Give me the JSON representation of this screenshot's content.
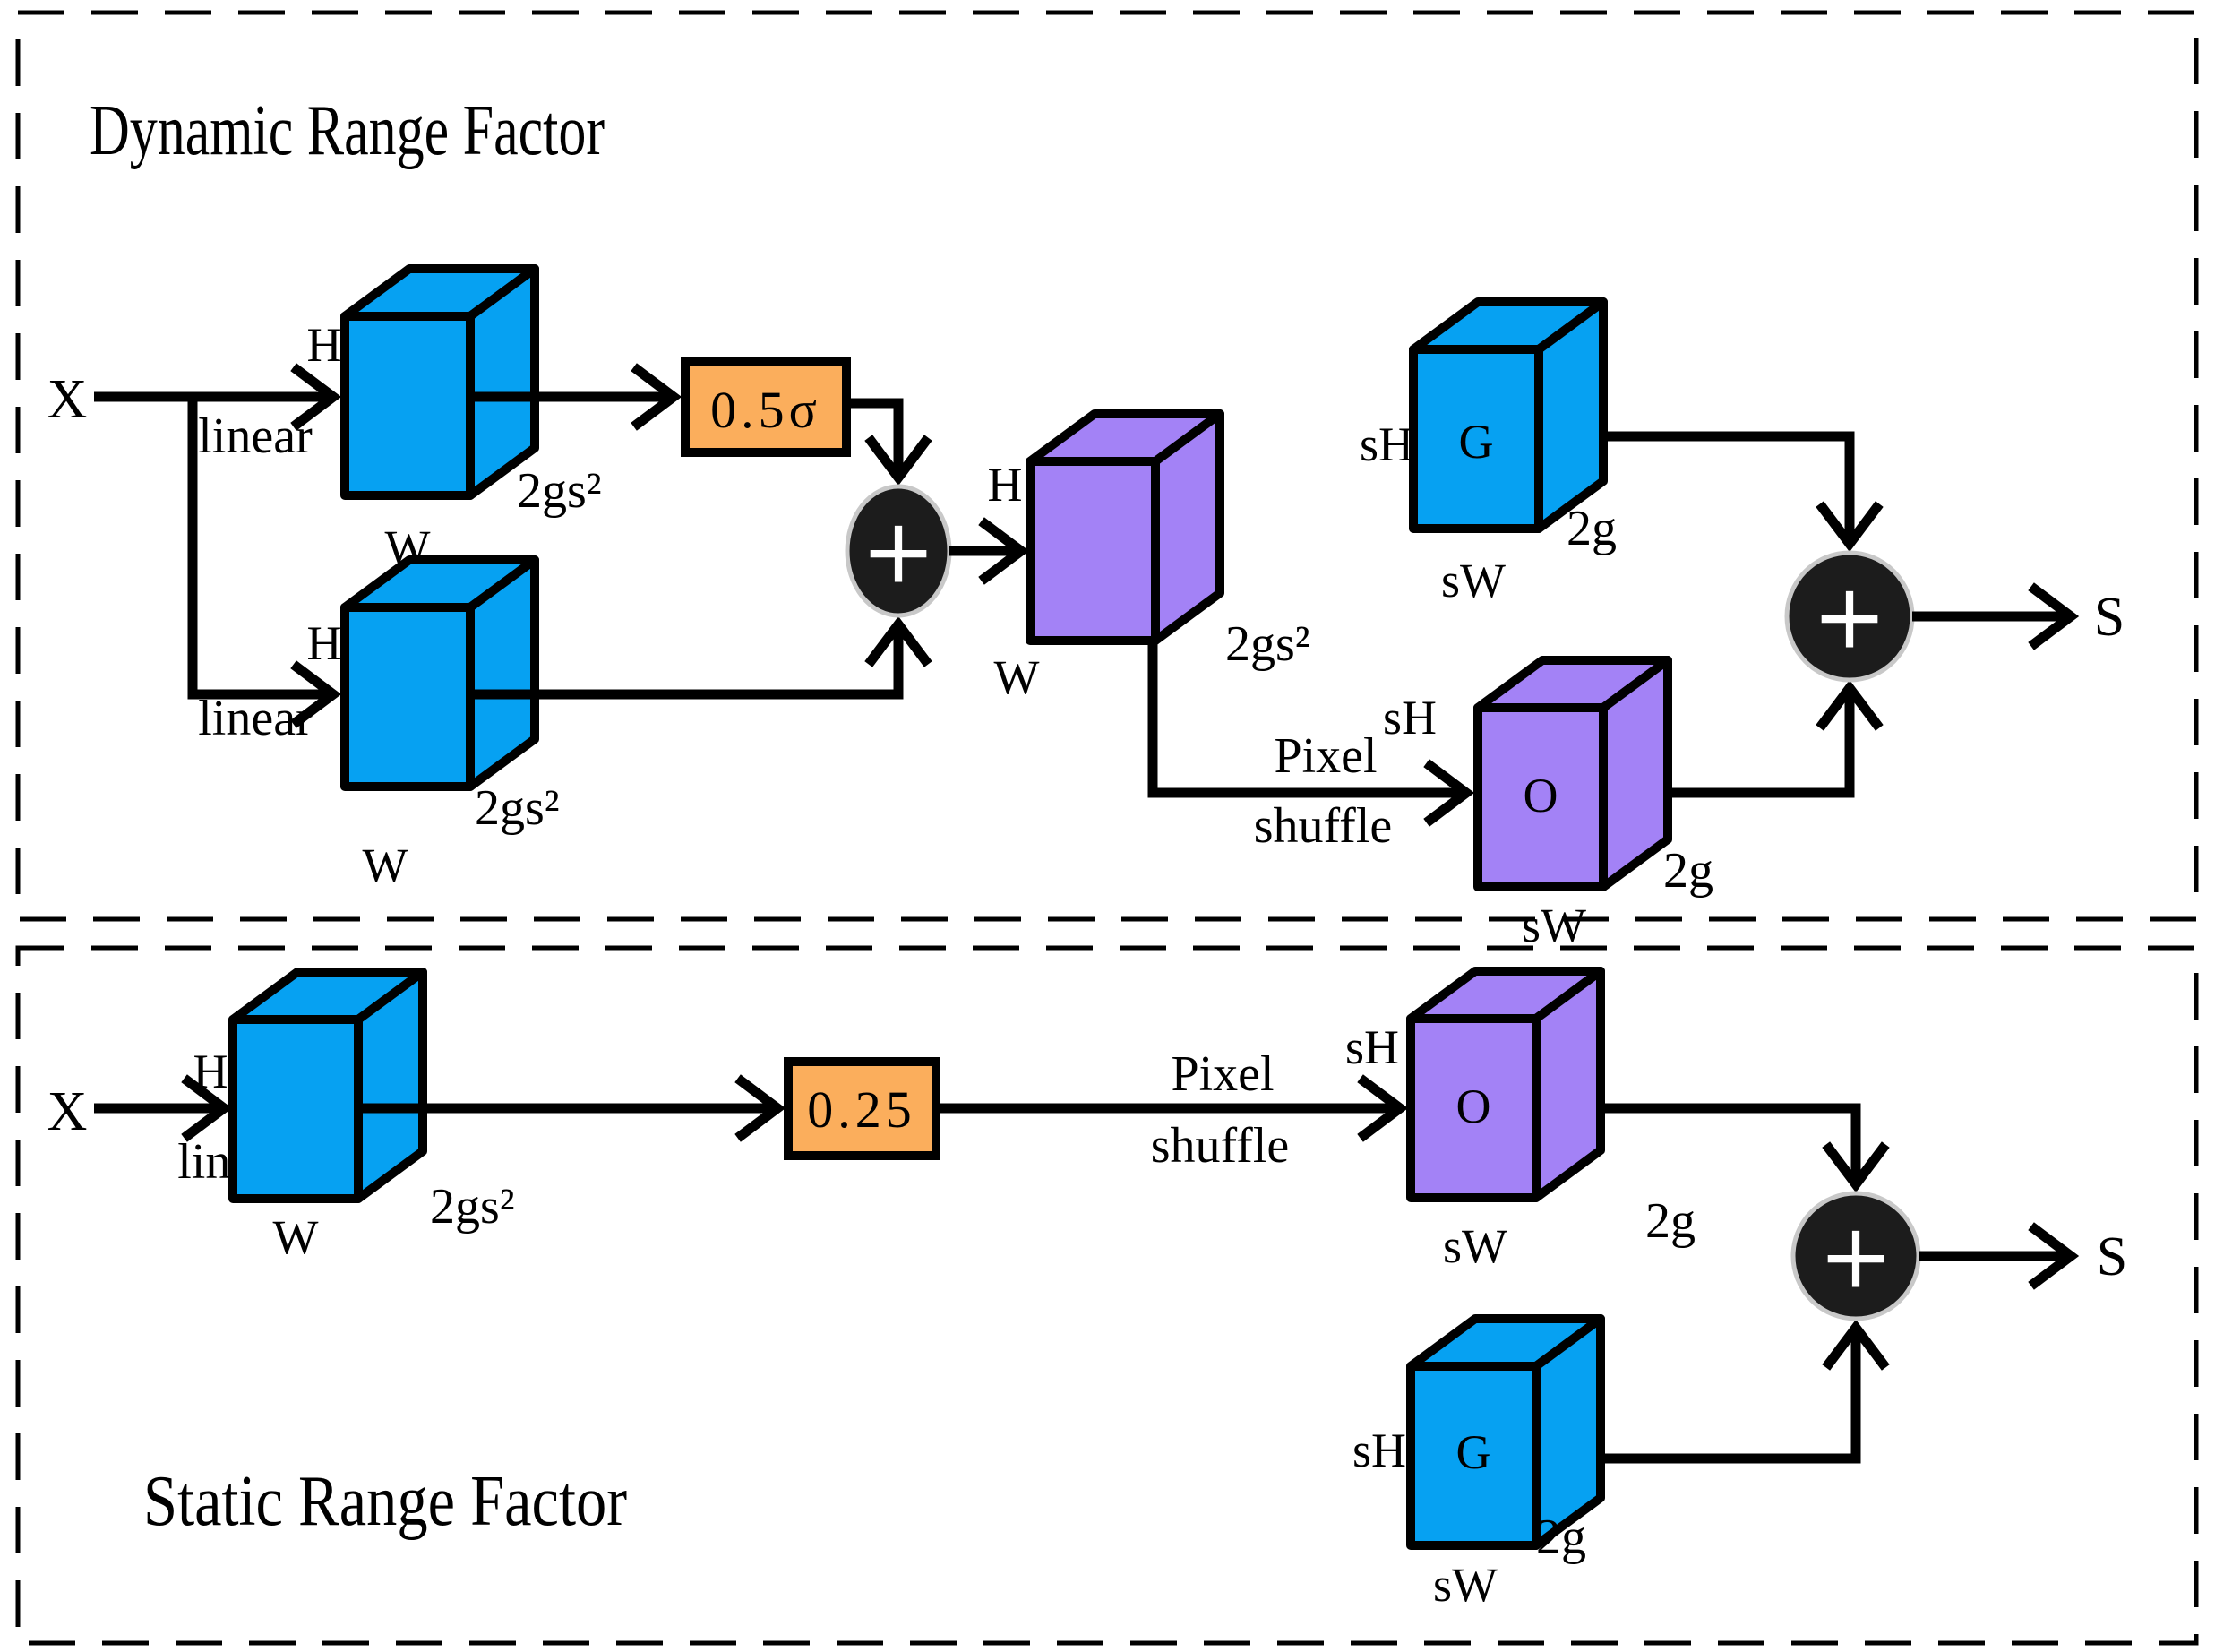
{
  "colors": {
    "blue": "#06A1F2",
    "purple": "#A382F6",
    "orange": "#FBAE5C",
    "line": "#000000",
    "plus_fill": "#1C1C1C",
    "plus_ring": "#C8C8C8"
  },
  "dynamic": {
    "title": "Dynamic Range Factor",
    "input_label": "X",
    "branch_top": {
      "op": "linear",
      "h": "H",
      "w": "W",
      "channels": "2gs²"
    },
    "branch_bottom": {
      "op": "linear",
      "h": "H",
      "w": "W",
      "channels": "2gs²"
    },
    "scale_box_label": "0.5σ",
    "adder1_symbol": "+",
    "fused_cube": {
      "h": "H",
      "w": "W",
      "channels": "2gs²"
    },
    "pixel_shuffle": {
      "line1": "Pixel",
      "line2": "shuffle"
    },
    "gate_cube": {
      "name": "G",
      "h": "sH",
      "w": "sW",
      "channels": "2g"
    },
    "output_cube": {
      "name": "O",
      "h": "sH",
      "w": "sW",
      "channels": "2g"
    },
    "adder2_symbol": "+",
    "output_label": "S"
  },
  "static": {
    "title": "Static Range Factor",
    "input_label": "X",
    "branch": {
      "op": "linear",
      "h": "H",
      "w": "W",
      "channels": "2gs²"
    },
    "scale_box_label": "0.25",
    "pixel_shuffle": {
      "line1": "Pixel",
      "line2": "shuffle"
    },
    "output_cube": {
      "name": "O",
      "h": "sH",
      "w": "sW",
      "channels": "2g"
    },
    "gate_cube": {
      "name": "G",
      "h": "sH",
      "w": "sW",
      "channels": "2g"
    },
    "adder_symbol": "+",
    "output_label": "S"
  }
}
